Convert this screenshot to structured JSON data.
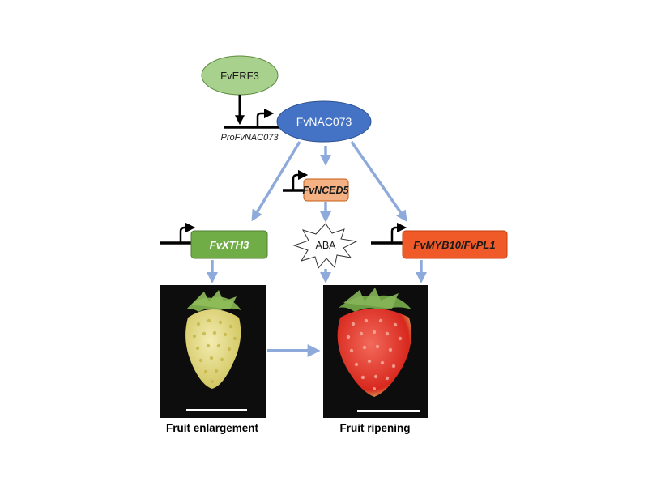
{
  "nodes": {
    "erf3": "FvERF3",
    "nac073": "FvNAC073",
    "promoter": "ProFvNAC073",
    "nced5": "FvNCED5",
    "xth3": "FvXTH3",
    "aba": "ABA",
    "myb10": "FvMYB10/FvPL1"
  },
  "captions": {
    "enlargement": "Fruit enlargement",
    "ripening": "Fruit ripening"
  },
  "colors": {
    "erf3_fill": "#a9d18e",
    "nac073_fill": "#4472c4",
    "nced5_fill": "#f4b183",
    "xth3_fill": "#70ad47",
    "myb10_fill": "#f05a28",
    "arrow_blue": "#8eaadb",
    "fruit_unripe": "#e6df80",
    "fruit_ripe": "#e8322a"
  }
}
